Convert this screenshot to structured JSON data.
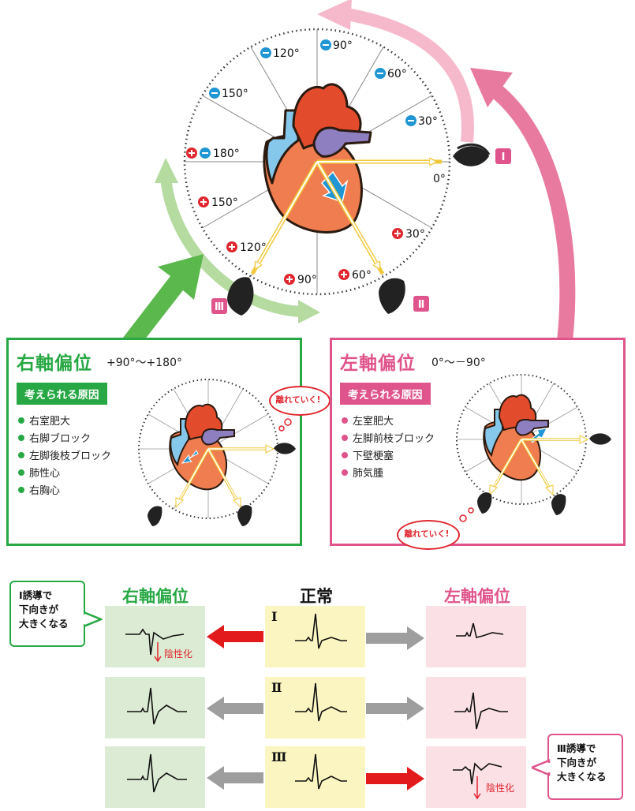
{
  "axis_labels": {
    "deg_m120": "120°",
    "deg_m90": "90°",
    "deg_m60": "60°",
    "deg_m30": "30°",
    "deg_0": "0°",
    "deg_m150": "150°",
    "deg_180": "180°",
    "deg_p150": "150°",
    "deg_p120": "120°",
    "deg_p90": "90°",
    "deg_p60": "60°",
    "deg_p30": "30°"
  },
  "lead_badges": {
    "lead1": "Ⅰ",
    "lead2": "Ⅱ",
    "lead3": "Ⅲ"
  },
  "right_axis_box": {
    "title": "右軸偏位",
    "range": "+90°～+180°",
    "causes_header": "考えられる原因",
    "causes": [
      "右室肥大",
      "右脚ブロック",
      "左脚後枝ブロック",
      "肺性心",
      "右胸心"
    ],
    "bubble": "離れていく!"
  },
  "left_axis_box": {
    "title": "左軸偏位",
    "range": "0°～－90°",
    "causes_header": "考えられる原因",
    "causes": [
      "左室肥大",
      "左脚前枝ブロック",
      "下壁梗塞",
      "肺気腫"
    ],
    "bubble": "離れていく!"
  },
  "ecg_table": {
    "col_right": "右軸偏位",
    "col_normal": "正常",
    "col_left": "左軸偏位",
    "row_labels": [
      "Ⅰ",
      "Ⅱ",
      "Ⅲ"
    ],
    "negative_label_right": "陰性化",
    "negative_label_left": "陰性化"
  },
  "callouts": {
    "left_note": [
      "Ⅰ誘導で",
      "下向きが",
      "大きくなる"
    ],
    "right_note": [
      "Ⅲ誘導で",
      "下向きが",
      "大きくなる"
    ]
  },
  "colors": {
    "green": "#27a844",
    "pink": "#e0548c",
    "light_pink": "#f6b9cc",
    "light_green": "#b5dba0",
    "normal_panel": "#fbf5c1",
    "green_panel": "#dcebd3",
    "pink_panel": "#fbe0e6",
    "blue_sign": "#1f96d3",
    "red_sign": "#e0262e",
    "gray_arrow": "#9e9e9e",
    "red_arrow": "#e31a1c"
  }
}
